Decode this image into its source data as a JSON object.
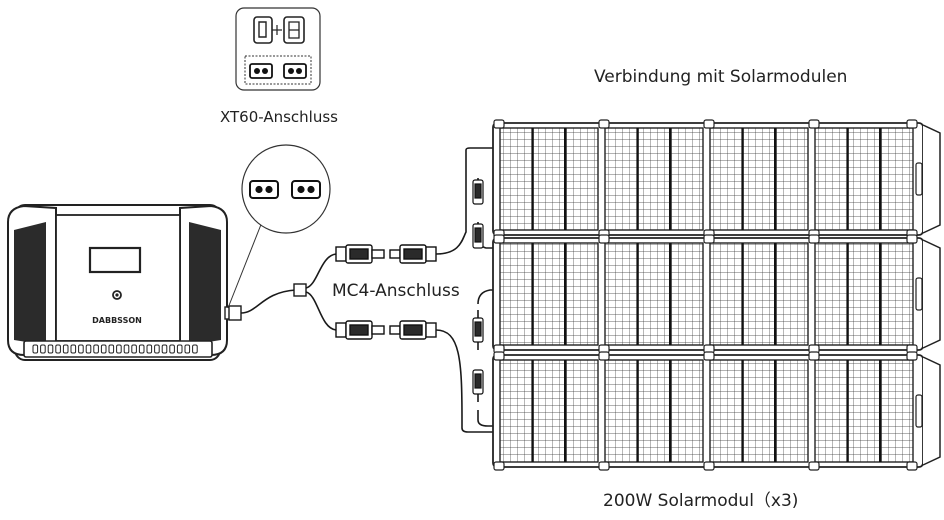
{
  "labels": {
    "xt60": "XT60-Anschluss",
    "solar_connection": "Verbindung mit Solarmodulen",
    "mc4": "MC4-Anschluss",
    "panels": "200W Solarmodul（x3)",
    "brand": "DABBSSON"
  },
  "icons": {
    "power_station": "power-station-icon",
    "xt60_port": "xt60-port-icon",
    "mc4_connector": "mc4-connector-icon",
    "solar_panel": "solar-panel-icon"
  },
  "colors": {
    "line": "#1a1a1a",
    "background": "#ffffff"
  }
}
